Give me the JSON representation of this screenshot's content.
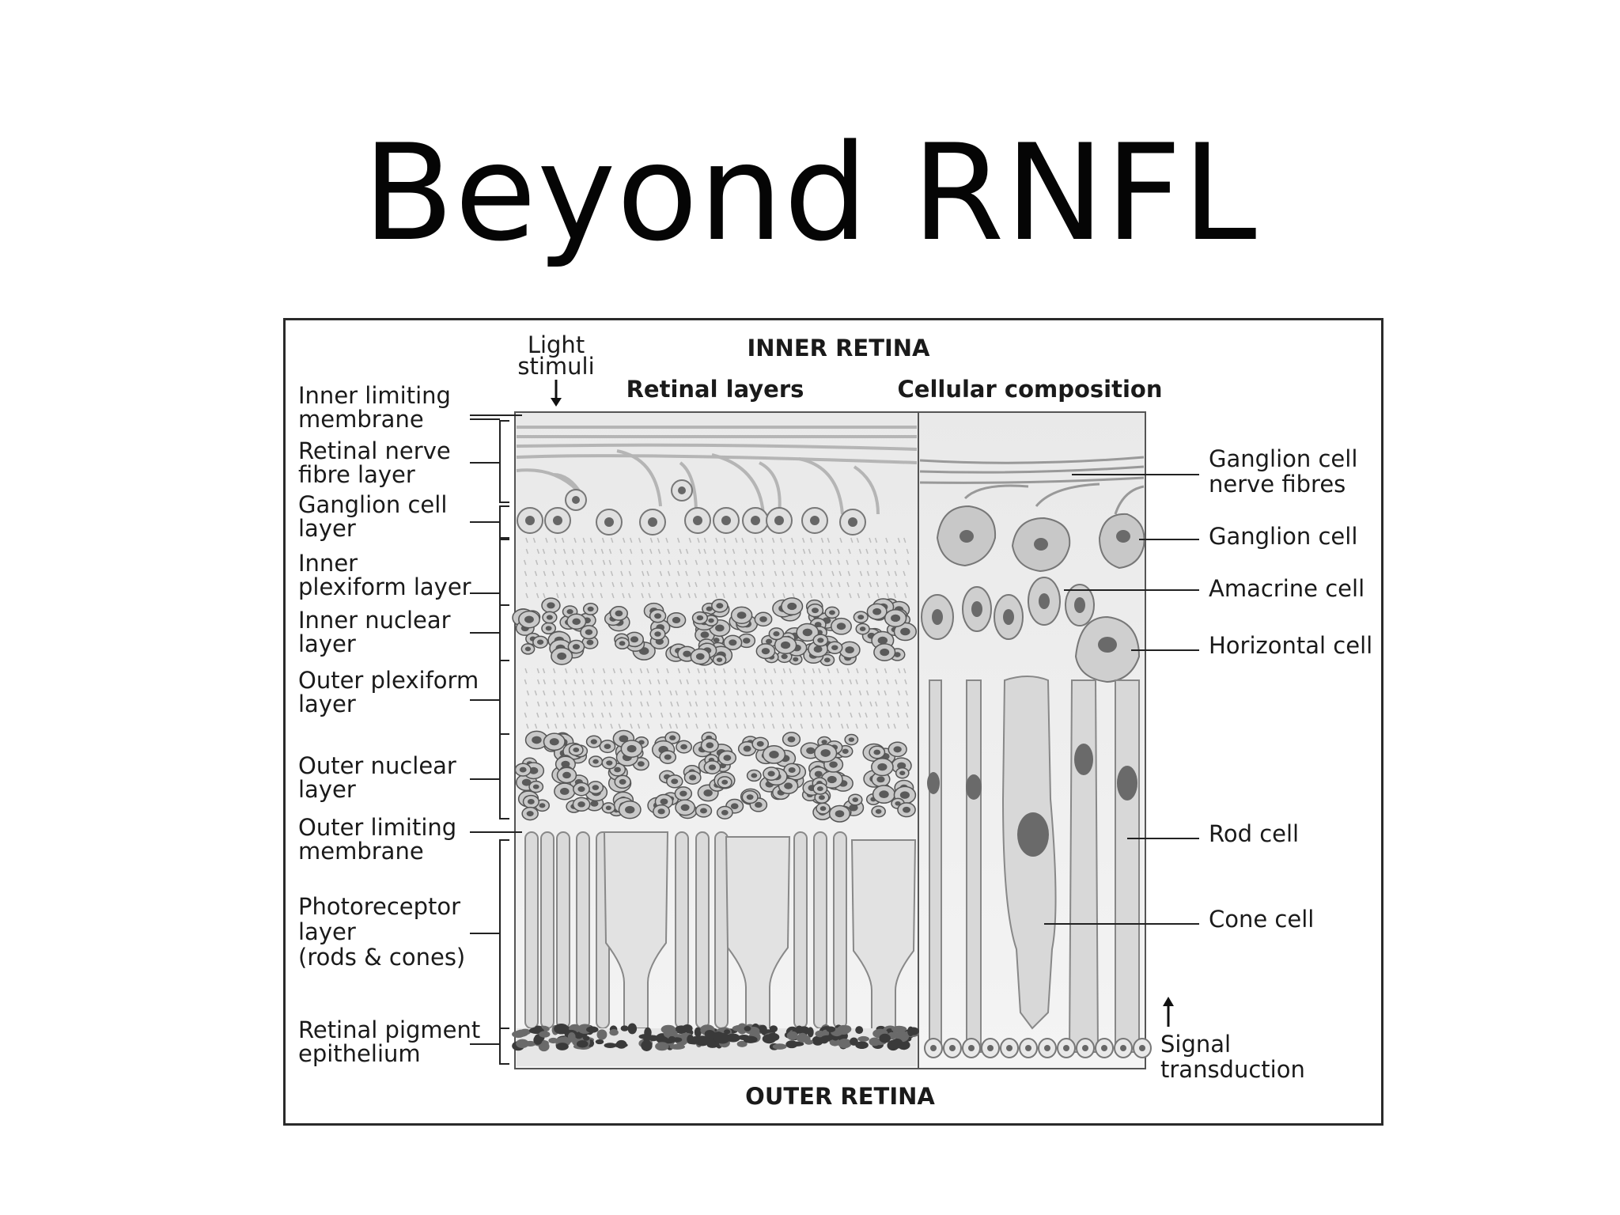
{
  "slide": {
    "title": "Beyond RNFL"
  },
  "figure": {
    "inner_retina": "INNER RETINA",
    "outer_retina": "OUTER RETINA",
    "light": [
      "Light",
      "stimuli"
    ],
    "retinal_layers_header": "Retinal layers",
    "cellular_composition_header": "Cellular composition",
    "left_labels": [
      [
        "Inner limiting",
        "membrane"
      ],
      [
        "Retinal nerve",
        "fibre layer"
      ],
      [
        "Ganglion cell",
        "layer"
      ],
      [
        "Inner",
        "plexiform layer"
      ],
      [
        "Inner nuclear",
        "layer"
      ],
      [
        "Outer plexiform",
        "layer"
      ],
      [
        "Outer nuclear",
        "layer"
      ],
      [
        "Outer limiting",
        "membrane"
      ],
      [
        "Photoreceptor",
        "layer",
        "(rods & cones)"
      ],
      [
        "Retinal pigment",
        "epithelium"
      ]
    ],
    "right_labels": [
      [
        "Ganglion cell",
        "nerve fibres"
      ],
      [
        "Ganglion cell"
      ],
      [
        "Amacrine cell"
      ],
      [
        "Horizontal cell"
      ],
      [
        "Rod cell"
      ],
      [
        "Cone cell"
      ]
    ],
    "signal": [
      "Signal",
      "transduction"
    ]
  }
}
